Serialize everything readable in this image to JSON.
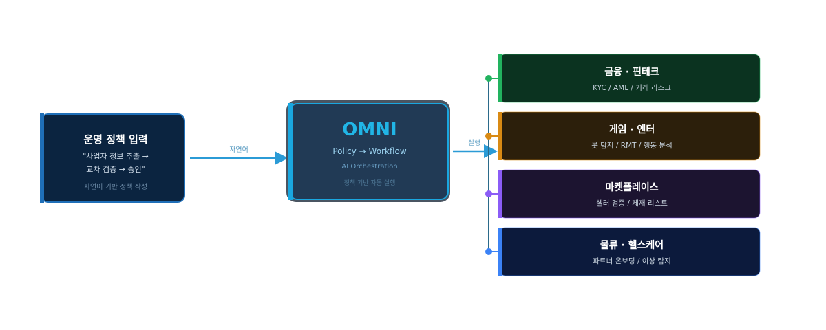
{
  "input_box": {
    "title": "운영 정책 입력",
    "quote_line1": "\"사업자 정보 추출 →",
    "quote_line2": "교차 검증 → 승인\"",
    "caption": "자연어 기반 정책 작성"
  },
  "edge_input": {
    "label": "자연어"
  },
  "omni_box": {
    "title": "OMNI",
    "subtitle": "Policy → Workflow",
    "line2": "AI Orchestration",
    "caption": "정책 기반 자동 실행"
  },
  "edge_execute": {
    "label": "실행"
  },
  "domains": [
    {
      "title": "금융 · 핀테크",
      "subtitle": "KYC / AML / 거래 리스크",
      "accent": "#22b35f",
      "fill": "#0b3320"
    },
    {
      "title": "게임 · 엔터",
      "subtitle": "봇 탐지 / RMT / 행동 분석",
      "accent": "#d98a14",
      "fill": "#2c1f0b"
    },
    {
      "title": "마켓플레이스",
      "subtitle": "셀러 검증 / 제재 리스트",
      "accent": "#8b5cf6",
      "fill": "#1c1430"
    },
    {
      "title": "물류 · 헬스케어",
      "subtitle": "파트너 온보딩 / 이상 탐지",
      "accent": "#3b82f6",
      "fill": "#0c1a3c"
    }
  ],
  "colors": {
    "input_fill": "#0b2440",
    "input_border": "#1f6fb8",
    "omni_fill": "#213a55",
    "omni_border": "#1aa7e0",
    "omni_title": "#21b5e6",
    "arrow": "#2b9bd6",
    "connector": "#2b6a8a"
  }
}
